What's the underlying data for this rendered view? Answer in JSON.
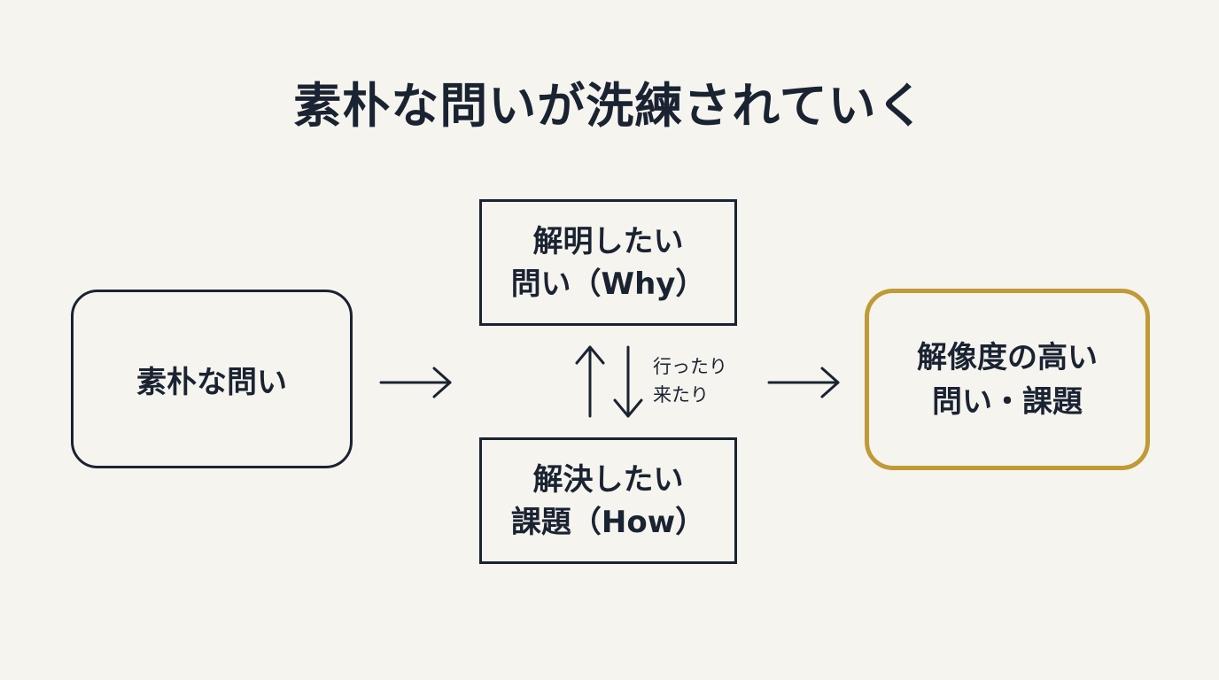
{
  "title": "素朴な問いが洗練されていく",
  "nodes": {
    "start": {
      "label": "素朴な問い"
    },
    "why": {
      "line1": "解明したい",
      "line2": "問い（Why）"
    },
    "how": {
      "line1": "解決したい",
      "line2": "課題（How）"
    },
    "goal": {
      "line1": "解像度の高い",
      "line2": "問い・課題"
    }
  },
  "connector": {
    "line1": "行ったり",
    "line2": "来たり"
  },
  "colors": {
    "background": "#f6f4ee",
    "ink": "#1a2332",
    "goal_border": "#bf9a36"
  }
}
